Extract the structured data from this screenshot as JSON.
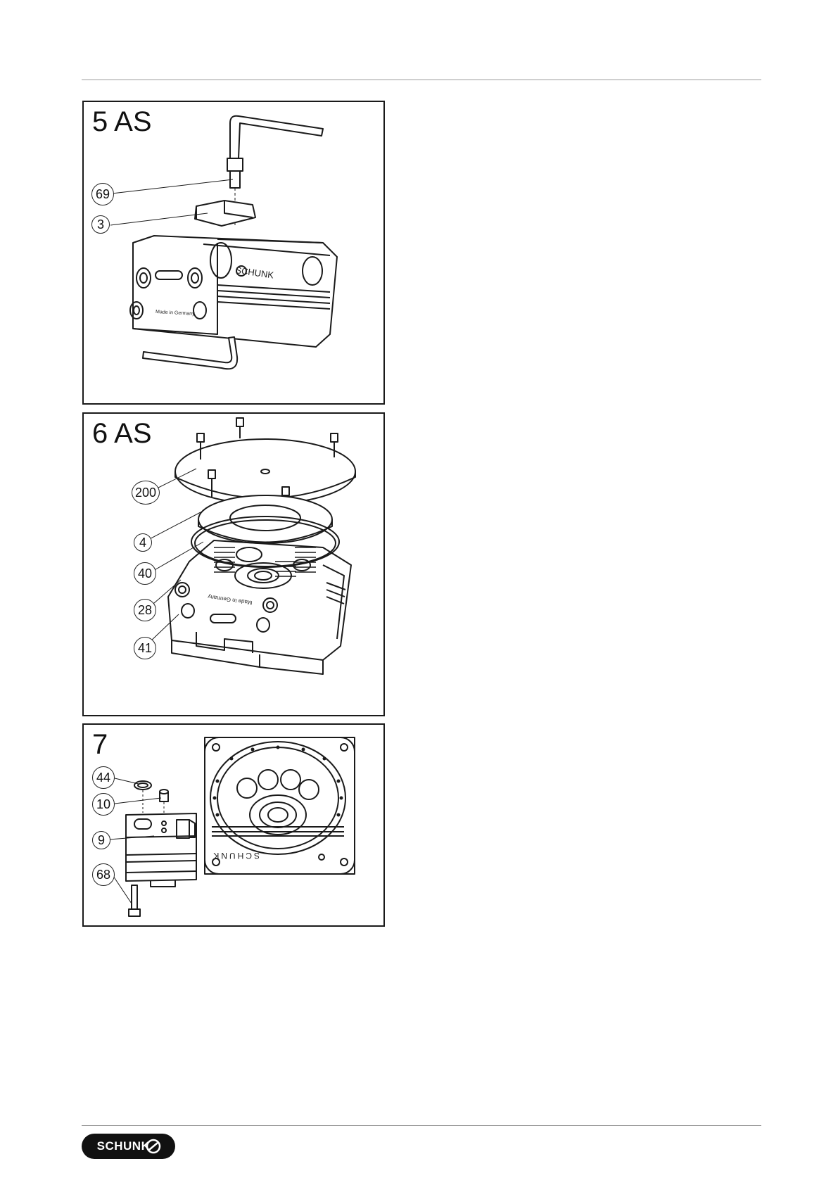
{
  "page": {
    "brand": "SCHUNK"
  },
  "panels": [
    {
      "id": "5",
      "title": "5 AS",
      "callouts": [
        "69",
        "3"
      ],
      "engravings": {
        "brand": "SCHUNK",
        "origin": "Made in Germany"
      }
    },
    {
      "id": "6",
      "title": "6 AS",
      "callouts": [
        "200",
        "4",
        "40",
        "28",
        "41"
      ],
      "engravings": {
        "origin": "Made in Germany"
      }
    },
    {
      "id": "7",
      "title": "7",
      "callouts": [
        "44",
        "10",
        "9",
        "68"
      ],
      "engravings": {
        "brand": "SCHUNK"
      }
    }
  ],
  "footer": {
    "logo_text": "SCHUNK"
  },
  "colors": {
    "line": "#1a1a1a",
    "rule": "#9a9a9a",
    "logo_bg": "#111111"
  }
}
